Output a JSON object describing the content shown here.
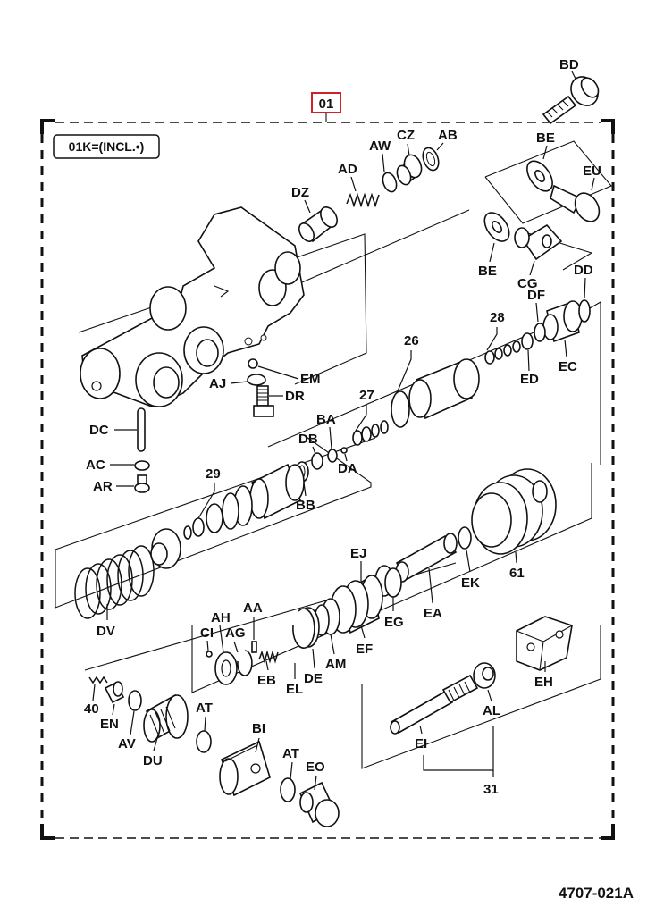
{
  "assembly_ref": "01",
  "kit_note": "01K=(INCL.•)",
  "drawing_code": "4707-021A",
  "colors": {
    "highlight": "#d0202a",
    "ink": "#111111"
  },
  "labels": {
    "BD": "BD",
    "BE1": "BE",
    "BE2": "BE",
    "EU": "EU",
    "CG": "CG",
    "DF": "DF",
    "DD": "DD",
    "EC": "EC",
    "ED": "ED",
    "n28": "28",
    "AW": "AW",
    "CZ": "CZ",
    "AB": "AB",
    "AD": "AD",
    "DZ": "DZ",
    "n26": "26",
    "n27": "27",
    "BA": "BA",
    "DB": "DB",
    "DA": "DA",
    "EM": "EM",
    "AJ": "AJ",
    "DR": "DR",
    "DC": "DC",
    "AC": "AC",
    "AR": "AR",
    "n29": "29",
    "BB": "BB",
    "DV": "DV",
    "EJ": "EJ",
    "EK": "EK",
    "n61": "61",
    "EA": "EA",
    "EG": "EG",
    "EF": "EF",
    "AM": "AM",
    "DE": "DE",
    "EL": "EL",
    "EB": "EB",
    "AA": "AA",
    "AG": "AG",
    "AH": "AH",
    "CI": "CI",
    "n40": "40",
    "EN": "EN",
    "AV": "AV",
    "DU": "DU",
    "AT1": "AT",
    "AT2": "AT",
    "BI": "BI",
    "EO": "EO",
    "EH": "EH",
    "AL": "AL",
    "EI": "EI",
    "n31": "31"
  }
}
